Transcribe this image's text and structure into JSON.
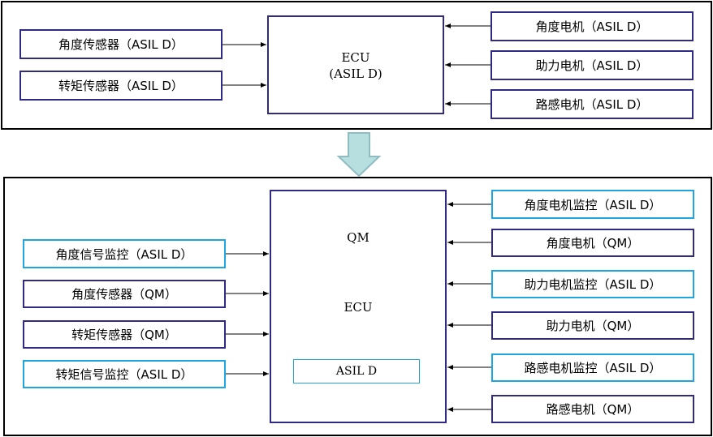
{
  "top": {
    "ecu_line1": "ECU",
    "ecu_line2": "(ASIL D)",
    "left": [
      "角度传感器（ASIL D）",
      "转矩传感器（ASIL D）"
    ],
    "right": [
      "角度电机（ASIL D）",
      "助力电机（ASIL D）",
      "路感电机（ASIL D）"
    ]
  },
  "bottom": {
    "ecu_qm": "QM",
    "ecu_label": "ECU",
    "ecu_asil": "ASIL D",
    "left": [
      "角度信号监控（ASIL D）",
      "角度传感器（QM）",
      "转矩传感器（QM）",
      "转矩信号监控（ASIL D）"
    ],
    "right": [
      "角度电机监控（ASIL D）",
      "角度电机（QM）",
      "助力电机监控（ASIL D）",
      "助力电机（QM）",
      "路感电机监控（ASIL D）",
      "路感电机（QM）"
    ]
  },
  "colors": {
    "navy": "#2f2a86",
    "cyan": "#1fa6e0",
    "arrow_fill": "#b8dfe0",
    "arrow_stroke": "#8fbcc0"
  }
}
